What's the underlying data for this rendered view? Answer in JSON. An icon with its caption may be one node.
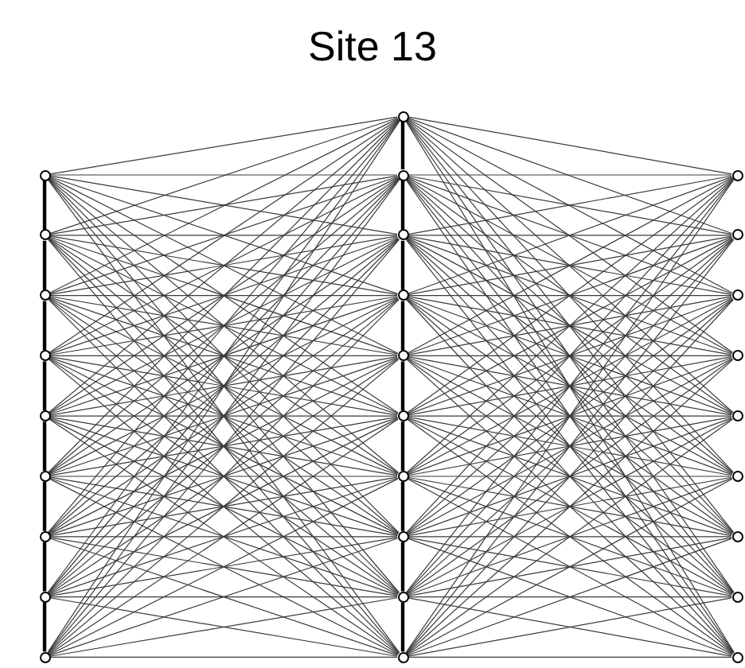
{
  "diagram": {
    "title": "Site 13",
    "nodes": [
      {
        "text": [],
        "shape": "circle"
      },
      {
        "text": [],
        "shape": "circle"
      },
      {
        "text": [],
        "shape": "circle"
      },
      {
        "text": [],
        "shape": "circle"
      },
      {
        "text": [],
        "shape": "circle"
      },
      {
        "text": [],
        "shape": "circle"
      },
      {
        "text": [],
        "shape": "circle"
      },
      {
        "text": [],
        "shape": "circle"
      },
      {
        "text": [],
        "shape": "circle"
      },
      {
        "text": [],
        "shape": "circle"
      },
      {
        "text": [],
        "shape": "circle"
      },
      {
        "text": [],
        "shape": "circle"
      },
      {
        "text": [],
        "shape": "circle"
      },
      {
        "text": [],
        "shape": "circle"
      },
      {
        "text": [],
        "shape": "circle"
      },
      {
        "text": [],
        "shape": "circle"
      },
      {
        "text": [],
        "shape": "circle"
      },
      {
        "text": [],
        "shape": "circle"
      },
      {
        "text": [],
        "shape": "circle"
      },
      {
        "text": [],
        "shape": "circle"
      },
      {
        "text": [],
        "shape": "circle"
      },
      {
        "text": [],
        "shape": "circle"
      },
      {
        "text": [],
        "shape": "circle"
      },
      {
        "text": [],
        "shape": "circle"
      },
      {
        "text": [],
        "shape": "circle"
      },
      {
        "text": [],
        "shape": "circle"
      },
      {
        "text": [],
        "shape": "circle"
      },
      {
        "text": [],
        "shape": "circle"
      }
    ],
    "edges": [
      {
        "from": 0,
        "to": 9,
        "arrow": "none"
      },
      {
        "from": 0,
        "to": 10,
        "arrow": "none"
      },
      {
        "from": 0,
        "to": 11,
        "arrow": "none"
      },
      {
        "from": 0,
        "to": 12,
        "arrow": "none"
      },
      {
        "from": 0,
        "to": 13,
        "arrow": "none"
      },
      {
        "from": 0,
        "to": 14,
        "arrow": "none"
      },
      {
        "from": 0,
        "to": 15,
        "arrow": "none"
      },
      {
        "from": 0,
        "to": 16,
        "arrow": "none"
      },
      {
        "from": 0,
        "to": 17,
        "arrow": "none"
      },
      {
        "from": 0,
        "to": 18,
        "arrow": "none"
      },
      {
        "from": 1,
        "to": 9,
        "arrow": "none"
      },
      {
        "from": 1,
        "to": 10,
        "arrow": "none"
      },
      {
        "from": 1,
        "to": 11,
        "arrow": "none"
      },
      {
        "from": 1,
        "to": 12,
        "arrow": "none"
      },
      {
        "from": 1,
        "to": 13,
        "arrow": "none"
      },
      {
        "from": 1,
        "to": 14,
        "arrow": "none"
      },
      {
        "from": 1,
        "to": 15,
        "arrow": "none"
      },
      {
        "from": 1,
        "to": 16,
        "arrow": "none"
      },
      {
        "from": 1,
        "to": 17,
        "arrow": "none"
      },
      {
        "from": 1,
        "to": 18,
        "arrow": "none"
      },
      {
        "from": 2,
        "to": 9,
        "arrow": "none"
      },
      {
        "from": 2,
        "to": 10,
        "arrow": "none"
      },
      {
        "from": 2,
        "to": 11,
        "arrow": "none"
      },
      {
        "from": 2,
        "to": 12,
        "arrow": "none"
      },
      {
        "from": 2,
        "to": 13,
        "arrow": "none"
      },
      {
        "from": 2,
        "to": 14,
        "arrow": "none"
      },
      {
        "from": 2,
        "to": 15,
        "arrow": "none"
      },
      {
        "from": 2,
        "to": 16,
        "arrow": "none"
      },
      {
        "from": 2,
        "to": 17,
        "arrow": "none"
      },
      {
        "from": 2,
        "to": 18,
        "arrow": "none"
      },
      {
        "from": 3,
        "to": 9,
        "arrow": "none"
      },
      {
        "from": 3,
        "to": 10,
        "arrow": "none"
      },
      {
        "from": 3,
        "to": 11,
        "arrow": "none"
      },
      {
        "from": 3,
        "to": 12,
        "arrow": "none"
      },
      {
        "from": 3,
        "to": 13,
        "arrow": "none"
      },
      {
        "from": 3,
        "to": 14,
        "arrow": "none"
      },
      {
        "from": 3,
        "to": 15,
        "arrow": "none"
      },
      {
        "from": 3,
        "to": 16,
        "arrow": "none"
      },
      {
        "from": 3,
        "to": 17,
        "arrow": "none"
      },
      {
        "from": 3,
        "to": 18,
        "arrow": "none"
      },
      {
        "from": 4,
        "to": 9,
        "arrow": "none"
      },
      {
        "from": 4,
        "to": 10,
        "arrow": "none"
      },
      {
        "from": 4,
        "to": 11,
        "arrow": "none"
      },
      {
        "from": 4,
        "to": 12,
        "arrow": "none"
      },
      {
        "from": 4,
        "to": 13,
        "arrow": "none"
      },
      {
        "from": 4,
        "to": 14,
        "arrow": "none"
      },
      {
        "from": 4,
        "to": 15,
        "arrow": "none"
      },
      {
        "from": 4,
        "to": 16,
        "arrow": "none"
      },
      {
        "from": 4,
        "to": 17,
        "arrow": "none"
      },
      {
        "from": 4,
        "to": 18,
        "arrow": "none"
      },
      {
        "from": 5,
        "to": 9,
        "arrow": "none"
      },
      {
        "from": 5,
        "to": 10,
        "arrow": "none"
      },
      {
        "from": 5,
        "to": 11,
        "arrow": "none"
      },
      {
        "from": 5,
        "to": 12,
        "arrow": "none"
      },
      {
        "from": 5,
        "to": 13,
        "arrow": "none"
      },
      {
        "from": 5,
        "to": 14,
        "arrow": "none"
      },
      {
        "from": 5,
        "to": 15,
        "arrow": "none"
      },
      {
        "from": 5,
        "to": 16,
        "arrow": "none"
      },
      {
        "from": 5,
        "to": 17,
        "arrow": "none"
      },
      {
        "from": 5,
        "to": 18,
        "arrow": "none"
      },
      {
        "from": 6,
        "to": 9,
        "arrow": "none"
      },
      {
        "from": 6,
        "to": 10,
        "arrow": "none"
      },
      {
        "from": 6,
        "to": 11,
        "arrow": "none"
      },
      {
        "from": 6,
        "to": 12,
        "arrow": "none"
      },
      {
        "from": 6,
        "to": 13,
        "arrow": "none"
      },
      {
        "from": 6,
        "to": 14,
        "arrow": "none"
      },
      {
        "from": 6,
        "to": 15,
        "arrow": "none"
      },
      {
        "from": 6,
        "to": 16,
        "arrow": "none"
      },
      {
        "from": 6,
        "to": 17,
        "arrow": "none"
      },
      {
        "from": 6,
        "to": 18,
        "arrow": "none"
      },
      {
        "from": 7,
        "to": 9,
        "arrow": "none"
      },
      {
        "from": 7,
        "to": 10,
        "arrow": "none"
      },
      {
        "from": 7,
        "to": 11,
        "arrow": "none"
      },
      {
        "from": 7,
        "to": 12,
        "arrow": "none"
      },
      {
        "from": 7,
        "to": 13,
        "arrow": "none"
      },
      {
        "from": 7,
        "to": 14,
        "arrow": "none"
      },
      {
        "from": 7,
        "to": 15,
        "arrow": "none"
      },
      {
        "from": 7,
        "to": 16,
        "arrow": "none"
      },
      {
        "from": 7,
        "to": 17,
        "arrow": "none"
      },
      {
        "from": 7,
        "to": 18,
        "arrow": "none"
      },
      {
        "from": 8,
        "to": 9,
        "arrow": "none"
      },
      {
        "from": 8,
        "to": 10,
        "arrow": "none"
      },
      {
        "from": 8,
        "to": 11,
        "arrow": "none"
      },
      {
        "from": 8,
        "to": 12,
        "arrow": "none"
      },
      {
        "from": 8,
        "to": 13,
        "arrow": "none"
      },
      {
        "from": 8,
        "to": 14,
        "arrow": "none"
      },
      {
        "from": 8,
        "to": 15,
        "arrow": "none"
      },
      {
        "from": 8,
        "to": 16,
        "arrow": "none"
      },
      {
        "from": 8,
        "to": 17,
        "arrow": "none"
      },
      {
        "from": 8,
        "to": 18,
        "arrow": "none"
      },
      {
        "from": 9,
        "to": 19,
        "arrow": "none"
      },
      {
        "from": 9,
        "to": 20,
        "arrow": "none"
      },
      {
        "from": 9,
        "to": 21,
        "arrow": "none"
      },
      {
        "from": 9,
        "to": 22,
        "arrow": "none"
      },
      {
        "from": 9,
        "to": 23,
        "arrow": "none"
      },
      {
        "from": 9,
        "to": 24,
        "arrow": "none"
      },
      {
        "from": 9,
        "to": 25,
        "arrow": "none"
      },
      {
        "from": 9,
        "to": 26,
        "arrow": "none"
      },
      {
        "from": 9,
        "to": 27,
        "arrow": "none"
      },
      {
        "from": 10,
        "to": 19,
        "arrow": "none"
      },
      {
        "from": 10,
        "to": 20,
        "arrow": "none"
      },
      {
        "from": 10,
        "to": 21,
        "arrow": "none"
      },
      {
        "from": 10,
        "to": 22,
        "arrow": "none"
      },
      {
        "from": 10,
        "to": 23,
        "arrow": "none"
      },
      {
        "from": 10,
        "to": 24,
        "arrow": "none"
      },
      {
        "from": 10,
        "to": 25,
        "arrow": "none"
      },
      {
        "from": 10,
        "to": 26,
        "arrow": "none"
      },
      {
        "from": 10,
        "to": 27,
        "arrow": "none"
      },
      {
        "from": 11,
        "to": 19,
        "arrow": "none"
      },
      {
        "from": 11,
        "to": 20,
        "arrow": "none"
      },
      {
        "from": 11,
        "to": 21,
        "arrow": "none"
      },
      {
        "from": 11,
        "to": 22,
        "arrow": "none"
      },
      {
        "from": 11,
        "to": 23,
        "arrow": "none"
      },
      {
        "from": 11,
        "to": 24,
        "arrow": "none"
      },
      {
        "from": 11,
        "to": 25,
        "arrow": "none"
      },
      {
        "from": 11,
        "to": 26,
        "arrow": "none"
      },
      {
        "from": 11,
        "to": 27,
        "arrow": "none"
      },
      {
        "from": 12,
        "to": 19,
        "arrow": "none"
      },
      {
        "from": 12,
        "to": 20,
        "arrow": "none"
      },
      {
        "from": 12,
        "to": 21,
        "arrow": "none"
      },
      {
        "from": 12,
        "to": 22,
        "arrow": "none"
      },
      {
        "from": 12,
        "to": 23,
        "arrow": "none"
      },
      {
        "from": 12,
        "to": 24,
        "arrow": "none"
      },
      {
        "from": 12,
        "to": 25,
        "arrow": "none"
      },
      {
        "from": 12,
        "to": 26,
        "arrow": "none"
      },
      {
        "from": 12,
        "to": 27,
        "arrow": "none"
      },
      {
        "from": 13,
        "to": 19,
        "arrow": "none"
      },
      {
        "from": 13,
        "to": 20,
        "arrow": "none"
      },
      {
        "from": 13,
        "to": 21,
        "arrow": "none"
      },
      {
        "from": 13,
        "to": 22,
        "arrow": "none"
      },
      {
        "from": 13,
        "to": 23,
        "arrow": "none"
      },
      {
        "from": 13,
        "to": 24,
        "arrow": "none"
      },
      {
        "from": 13,
        "to": 25,
        "arrow": "none"
      },
      {
        "from": 13,
        "to": 26,
        "arrow": "none"
      },
      {
        "from": 13,
        "to": 27,
        "arrow": "none"
      },
      {
        "from": 14,
        "to": 19,
        "arrow": "none"
      },
      {
        "from": 14,
        "to": 20,
        "arrow": "none"
      },
      {
        "from": 14,
        "to": 21,
        "arrow": "none"
      },
      {
        "from": 14,
        "to": 22,
        "arrow": "none"
      },
      {
        "from": 14,
        "to": 23,
        "arrow": "none"
      },
      {
        "from": 14,
        "to": 24,
        "arrow": "none"
      },
      {
        "from": 14,
        "to": 25,
        "arrow": "none"
      },
      {
        "from": 14,
        "to": 26,
        "arrow": "none"
      },
      {
        "from": 14,
        "to": 27,
        "arrow": "none"
      },
      {
        "from": 15,
        "to": 19,
        "arrow": "none"
      },
      {
        "from": 15,
        "to": 20,
        "arrow": "none"
      },
      {
        "from": 15,
        "to": 21,
        "arrow": "none"
      },
      {
        "from": 15,
        "to": 22,
        "arrow": "none"
      },
      {
        "from": 15,
        "to": 23,
        "arrow": "none"
      },
      {
        "from": 15,
        "to": 24,
        "arrow": "none"
      },
      {
        "from": 15,
        "to": 25,
        "arrow": "none"
      },
      {
        "from": 15,
        "to": 26,
        "arrow": "none"
      },
      {
        "from": 15,
        "to": 27,
        "arrow": "none"
      },
      {
        "from": 16,
        "to": 19,
        "arrow": "none"
      },
      {
        "from": 16,
        "to": 20,
        "arrow": "none"
      },
      {
        "from": 16,
        "to": 21,
        "arrow": "none"
      },
      {
        "from": 16,
        "to": 22,
        "arrow": "none"
      },
      {
        "from": 16,
        "to": 23,
        "arrow": "none"
      },
      {
        "from": 16,
        "to": 24,
        "arrow": "none"
      },
      {
        "from": 16,
        "to": 25,
        "arrow": "none"
      },
      {
        "from": 16,
        "to": 26,
        "arrow": "none"
      },
      {
        "from": 16,
        "to": 27,
        "arrow": "none"
      },
      {
        "from": 17,
        "to": 19,
        "arrow": "none"
      },
      {
        "from": 17,
        "to": 20,
        "arrow": "none"
      },
      {
        "from": 17,
        "to": 21,
        "arrow": "none"
      },
      {
        "from": 17,
        "to": 22,
        "arrow": "none"
      },
      {
        "from": 17,
        "to": 23,
        "arrow": "none"
      },
      {
        "from": 17,
        "to": 24,
        "arrow": "none"
      },
      {
        "from": 17,
        "to": 25,
        "arrow": "none"
      },
      {
        "from": 17,
        "to": 26,
        "arrow": "none"
      },
      {
        "from": 17,
        "to": 27,
        "arrow": "none"
      },
      {
        "from": 18,
        "to": 19,
        "arrow": "none"
      },
      {
        "from": 18,
        "to": 20,
        "arrow": "none"
      },
      {
        "from": 18,
        "to": 21,
        "arrow": "none"
      },
      {
        "from": 18,
        "to": 22,
        "arrow": "none"
      },
      {
        "from": 18,
        "to": 23,
        "arrow": "none"
      },
      {
        "from": 18,
        "to": 24,
        "arrow": "none"
      },
      {
        "from": 18,
        "to": 25,
        "arrow": "none"
      },
      {
        "from": 18,
        "to": 26,
        "arrow": "none"
      },
      {
        "from": 18,
        "to": 27,
        "arrow": "none"
      },
      {
        "from": 0,
        "to": 1,
        "arrow": "none",
        "style": "thick"
      },
      {
        "from": 1,
        "to": 2,
        "arrow": "none",
        "style": "thick"
      },
      {
        "from": 2,
        "to": 3,
        "arrow": "none",
        "style": "thick"
      },
      {
        "from": 3,
        "to": 4,
        "arrow": "none",
        "style": "thick"
      },
      {
        "from": 4,
        "to": 5,
        "arrow": "none",
        "style": "thick"
      },
      {
        "from": 5,
        "to": 6,
        "arrow": "none",
        "style": "thick"
      },
      {
        "from": 6,
        "to": 7,
        "arrow": "none",
        "style": "thick"
      },
      {
        "from": 7,
        "to": 8,
        "arrow": "none",
        "style": "thick"
      },
      {
        "from": 9,
        "to": 10,
        "arrow": "none",
        "style": "thick"
      },
      {
        "from": 10,
        "to": 11,
        "arrow": "none",
        "style": "thick"
      },
      {
        "from": 11,
        "to": 12,
        "arrow": "none",
        "style": "thick"
      },
      {
        "from": 12,
        "to": 13,
        "arrow": "none",
        "style": "thick"
      },
      {
        "from": 13,
        "to": 14,
        "arrow": "none",
        "style": "thick"
      },
      {
        "from": 14,
        "to": 15,
        "arrow": "none",
        "style": "thick"
      },
      {
        "from": 15,
        "to": 16,
        "arrow": "none",
        "style": "thick"
      },
      {
        "from": 16,
        "to": 17,
        "arrow": "none",
        "style": "thick"
      },
      {
        "from": 17,
        "to": 18,
        "arrow": "none",
        "style": "thick"
      }
    ]
  }
}
